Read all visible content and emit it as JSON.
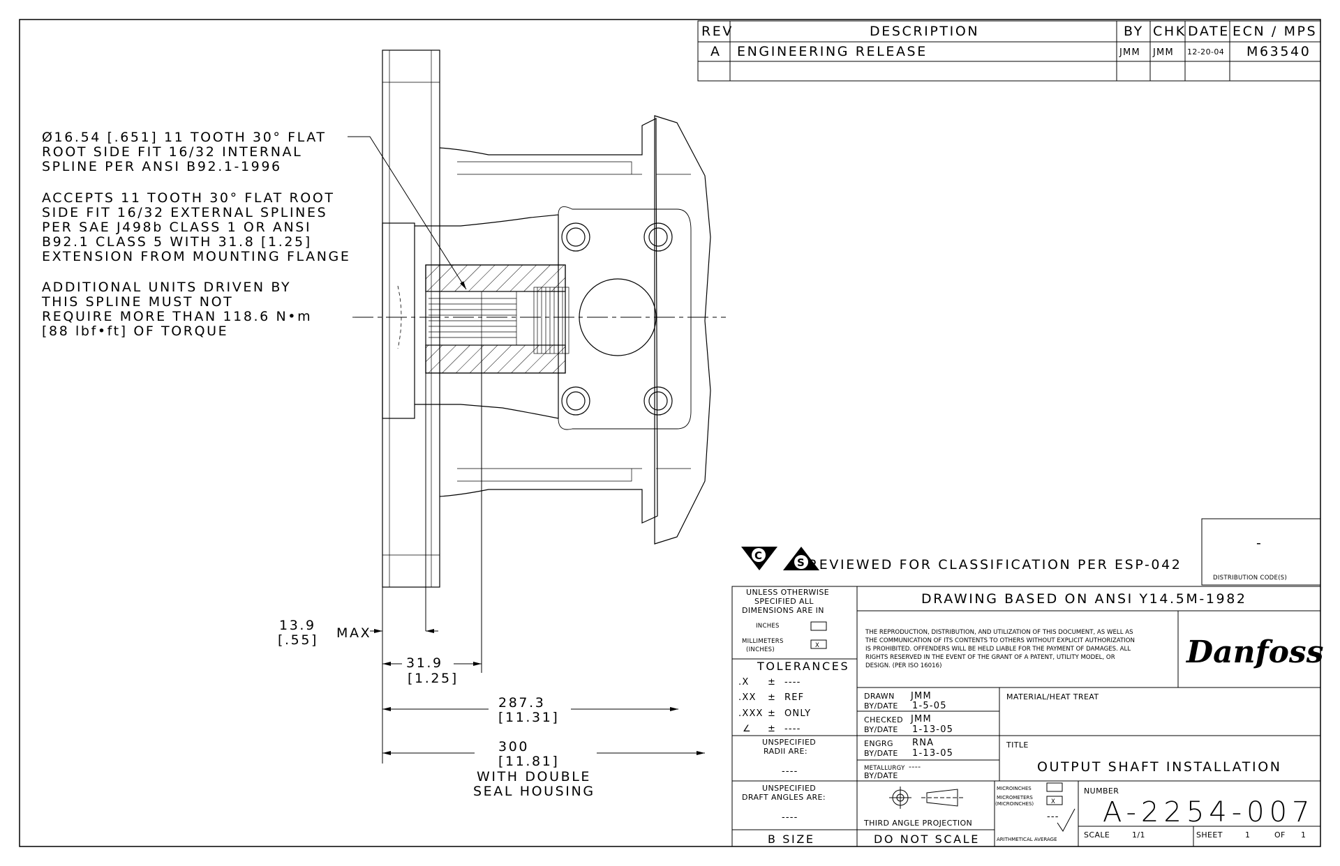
{
  "notes": {
    "spline": [
      "Ø16.54 [.651] 11 TOOTH 30° FLAT",
      "ROOT SIDE FIT 16/32 INTERNAL",
      "SPLINE PER ANSI B92.1-1996"
    ],
    "accepts": [
      "ACCEPTS 11 TOOTH 30° FLAT ROOT",
      "SIDE FIT 16/32 EXTERNAL SPLINES",
      "PER SAE J498b CLASS 1 OR ANSI",
      "B92.1 CLASS 5 WITH 31.8 [1.25]",
      "EXTENSION FROM MOUNTING FLANGE"
    ],
    "torque": [
      "ADDITIONAL UNITS DRIVEN BY",
      "THIS SPLINE MUST NOT",
      "REQUIRE MORE THAN 118.6 N•m",
      "[88 lbf•ft] OF TORQUE"
    ]
  },
  "dimensions": {
    "d1_line1": "13.9",
    "d1_line2": "[.55]",
    "d1_suffix": "MAX",
    "d2_line1": "31.9",
    "d2_line2": "[1.25]",
    "d3_line1": "287.3",
    "d3_line2": "[11.31]",
    "d4_line1": "300",
    "d4_line2": "[11.81]",
    "d4_line3": "WITH DOUBLE",
    "d4_line4": "SEAL HOUSING"
  },
  "revision_table": {
    "headers": [
      "REV",
      "DESCRIPTION",
      "BY",
      "CHK",
      "DATE",
      "ECN / MPS"
    ],
    "rows": [
      [
        "A",
        "ENGINEERING RELEASE",
        "JMM",
        "JMM",
        "12-20-04",
        "M63540"
      ]
    ]
  },
  "classification": {
    "badge1": "C",
    "badge2": "S",
    "text": "REVIEWED FOR CLASSIFICATION PER ESP-042",
    "distribution_value": "-",
    "distribution_label": "DISTRIBUTION CODE(S)"
  },
  "title_block": {
    "units_heading": [
      "UNLESS OTHERWISE",
      "SPECIFIED ALL",
      "DIMENSIONS ARE IN"
    ],
    "unit_inches": "INCHES",
    "unit_mm": [
      "MILLIMETERS",
      "(INCHES)"
    ],
    "unit_mm_mark": "X",
    "tolerances_label": "TOLERANCES",
    "tolerances": [
      {
        "k": ".X",
        "pm": "±",
        "v": "----"
      },
      {
        "k": ".XX",
        "pm": "±",
        "v": "REF"
      },
      {
        "k": ".XXX",
        "pm": "±",
        "v": "ONLY"
      },
      {
        "k": "∠",
        "pm": "±",
        "v": "----"
      }
    ],
    "radii_label": [
      "UNSPECIFIED",
      "RADII ARE:"
    ],
    "radii_value": "----",
    "draft_label": [
      "UNSPECIFIED",
      "DRAFT ANGLES ARE:"
    ],
    "draft_value": "----",
    "size": "B SIZE",
    "drawing_basis": "DRAWING BASED ON ANSI Y14.5M-1982",
    "legal": [
      "THE REPRODUCTION, DISTRIBUTION, AND UTILIZATION OF THIS DOCUMENT, AS WELL AS",
      "THE COMMUNICATION OF ITS CONTENTS TO OTHERS WITHOUT EXPLICIT AUTHORIZATION",
      "IS PROHIBITED. OFFENDERS WILL BE HELD LIABLE FOR THE PAYMENT OF DAMAGES. ALL",
      "RIGHTS RESERVED IN THE EVENT OF THE GRANT OF A PATENT, UTILITY MODEL, OR",
      "DESIGN. (PER ISO 16016)"
    ],
    "logo": "Danfoss",
    "drawn_label": "DRAWN",
    "drawn_by": "JMM",
    "drawn_date_label": "BY/DATE",
    "drawn_date": "1-5-05",
    "checked_label": "CHECKED",
    "checked_by": "JMM",
    "checked_date_label": "BY/DATE",
    "checked_date": "1-13-05",
    "engrg_label": "ENGRG",
    "engrg_by": "RNA",
    "engrg_date_label": "BY/DATE",
    "engrg_date": "1-13-05",
    "metallurgy_label": "METALLURGY",
    "metallurgy_by": "----",
    "metallurgy_date_label": "BY/DATE",
    "material_label": "MATERIAL/HEAT TREAT",
    "title_label": "TITLE",
    "title": "OUTPUT SHAFT INSTALLATION",
    "projection": "THIRD ANGLE PROJECTION",
    "do_not_scale": "DO NOT SCALE",
    "micro_inches": "MICROINCHES",
    "micro_meters": [
      "MICROMETERS",
      "(MICROINCHES)"
    ],
    "micro_mark": "X",
    "micro_value": "---",
    "arithmetical": "ARITHMETICAL AVERAGE",
    "number_label": "NUMBER",
    "number": "A-2254-007",
    "scale_label": "SCALE",
    "scale": "1/1",
    "sheet_label": "SHEET",
    "sheet": "1",
    "of_label": "OF",
    "of": "1"
  },
  "colors": {
    "ink": "#000000",
    "paper": "#ffffff"
  }
}
